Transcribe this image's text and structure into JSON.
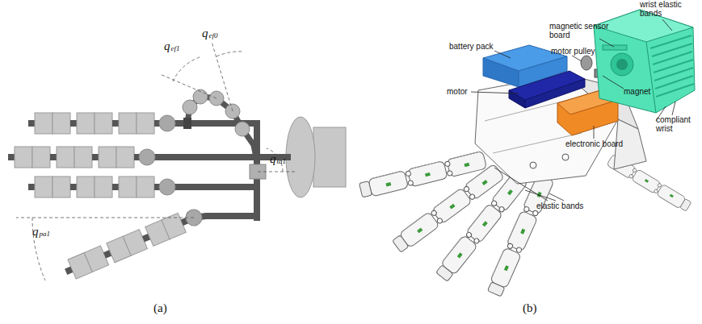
{
  "diagram": {
    "labels": [
      "qef1",
      "qef0",
      "qta1",
      "qpa1",
      "battery pack",
      "motor pulley",
      "magnetic sensor board",
      "wrist elastic bands",
      "motor",
      "magnet",
      "compliant wrist",
      "electronic board",
      "elastic bands",
      "(a)",
      "(b)"
    ]
  }
}
